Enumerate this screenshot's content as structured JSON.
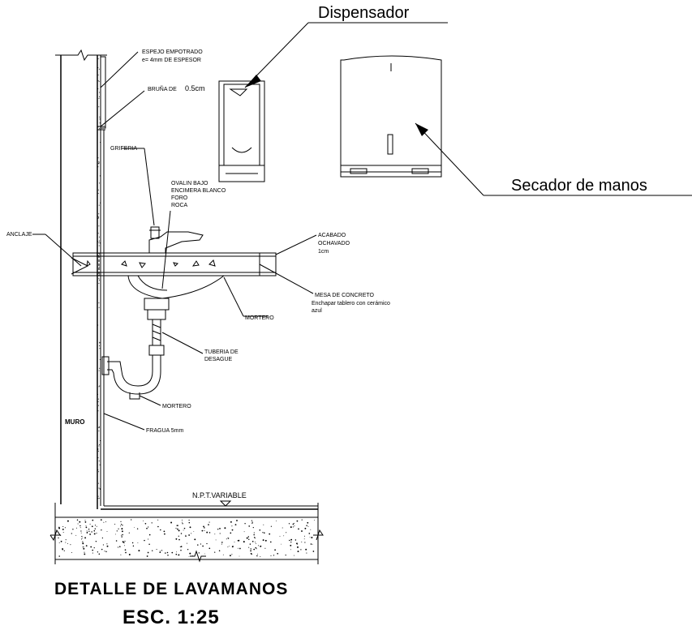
{
  "labels": {
    "dispensador": "Dispensador",
    "secador": "Secador de manos",
    "espejo_line1": "ESPEJO EMPOTRADO",
    "espejo_line2": "e= 4mm DE ESPESOR",
    "bruna_prefix": "BRUÑA DE",
    "bruna_value": "0.5cm",
    "griferia": "GRIFERIA",
    "ovalin_line1": "OVALIN BAJO",
    "ovalin_line2": "ENCIMERA BLANCO",
    "ovalin_line3": "FORO",
    "ovalin_line4": "ROCA",
    "anclaje": "ANCLAJE",
    "acabado_line1": "ACABADO",
    "acabado_line2": "OCHAVADO",
    "acabado_line3": "1cm",
    "mesa_line1": "MESA DE CONCRETO",
    "mesa_line2": "Enchapar tablero con cerámico",
    "mesa_line3": "azul",
    "mortero_top": "MORTERO",
    "tuberia_line1": "TUBERIA DE",
    "tuberia_line2": "DESAGUE",
    "mortero_bottom": "MORTERO",
    "fragua": "FRAGUA 5mm",
    "muro": "MURO",
    "npt": "N.P.T.VARIABLE"
  },
  "title": {
    "main": "DETALLE DE LAVAMANOS",
    "scale": "ESC. 1:25"
  }
}
